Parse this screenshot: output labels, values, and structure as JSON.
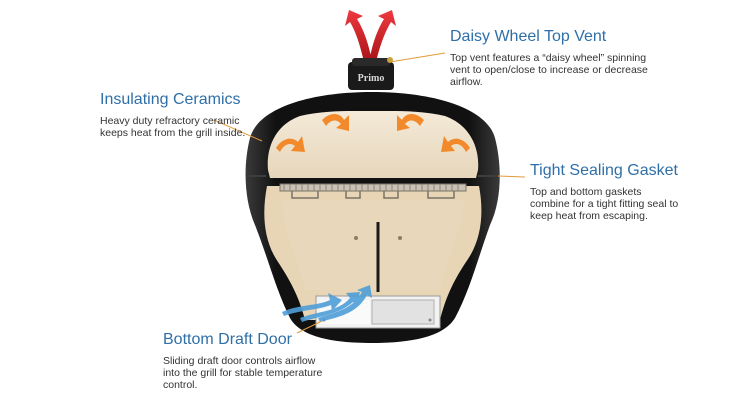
{
  "callouts": {
    "insulating": {
      "title": "Insulating Ceramics",
      "body": "Heavy duty refractory ceramic keeps heat from the grill inside."
    },
    "daisy": {
      "title": "Daisy Wheel Top Vent",
      "body": "Top vent features a “daisy wheel” spinning vent to open/close to increase or decrease airflow."
    },
    "gasket": {
      "title": "Tight Sealing Gasket",
      "body": "Top and bottom gaskets combine for a tight fitting seal to keep heat from escaping."
    },
    "draft": {
      "title": "Bottom Draft Door",
      "body": "Sliding draft door controls airflow into the grill for stable temperature control."
    }
  },
  "logo_text": "Primo",
  "colors": {
    "title_blue": "#2f6fa8",
    "heat_arrow": "#f28a2b",
    "exhaust_arrow": "#d81f26",
    "airflow_arrow": "#4f9fd8",
    "ceramic": "#e9dcc6",
    "shell": "#141414",
    "leader": "#e29a3c"
  }
}
